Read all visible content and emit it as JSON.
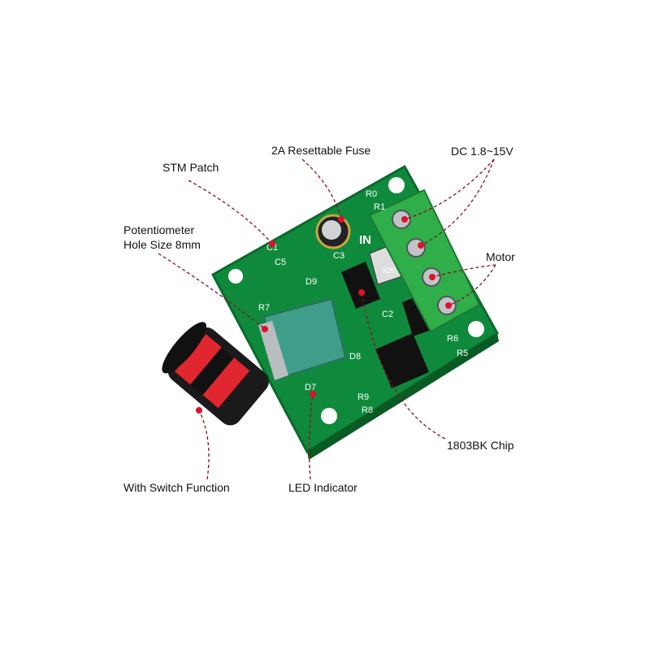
{
  "annotations": {
    "fuse": "2A Resettable Fuse",
    "dc": "DC 1.8~15V",
    "stm": "STM Patch",
    "pot_line1": "Potentiometer",
    "pot_line2": "Hole Size 8mm",
    "motor": "Motor",
    "chip": "1803BK Chip",
    "switch": "With Switch Function",
    "led": "LED Indicator"
  },
  "silkscreen": {
    "c1": "C1",
    "c5": "C5",
    "c3": "C3",
    "r0": "R0",
    "r1": "R1",
    "in": "IN",
    "d9": "D9",
    "r7": "R7",
    "c2": "C2",
    "r6": "R6",
    "r5": "R5",
    "d8": "D8",
    "d7": "D7",
    "r9": "R9",
    "r8": "R8",
    "x20": "X20"
  },
  "colors": {
    "pcb": "#0f8a3c",
    "terminal": "#2fae4a",
    "pot": "#3f9e8a",
    "knob_red": "#e0262e",
    "leader": "#8a1020",
    "dot": "#e0102a"
  }
}
